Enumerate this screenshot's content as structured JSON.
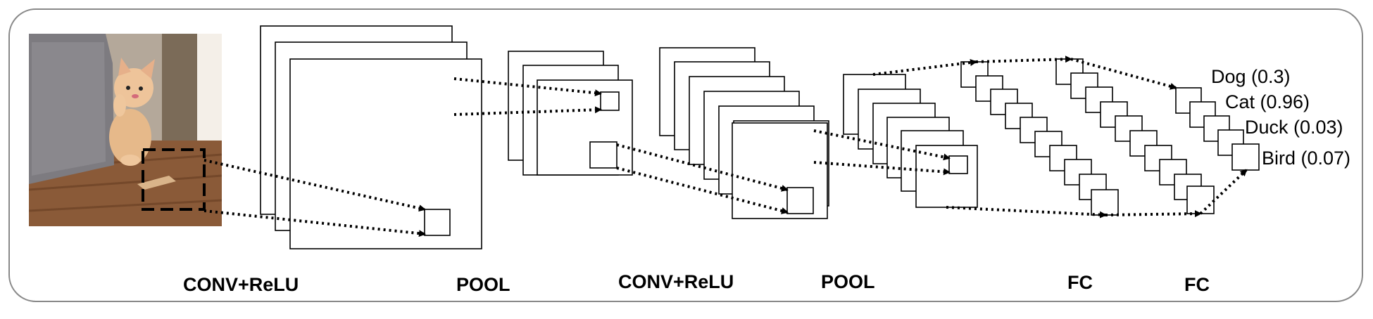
{
  "stages": [
    {
      "label": "CONV+ReLU"
    },
    {
      "label": "POOL"
    },
    {
      "label": "CONV+ReLU"
    },
    {
      "label": "POOL"
    },
    {
      "label": "FC"
    },
    {
      "label": "FC"
    }
  ],
  "outputs": [
    {
      "text": "Dog (0.3)"
    },
    {
      "text": "Cat (0.96)"
    },
    {
      "text": "Duck (0.03)"
    },
    {
      "text": "Bird (0.07)"
    }
  ],
  "input_image": {
    "subject": "kitten-photo"
  },
  "colors": {
    "stroke": "#000000",
    "frame": "#888888",
    "floor": "#8a5a38",
    "sofa": "#7d7b80",
    "kitten": "#e6b98a"
  }
}
